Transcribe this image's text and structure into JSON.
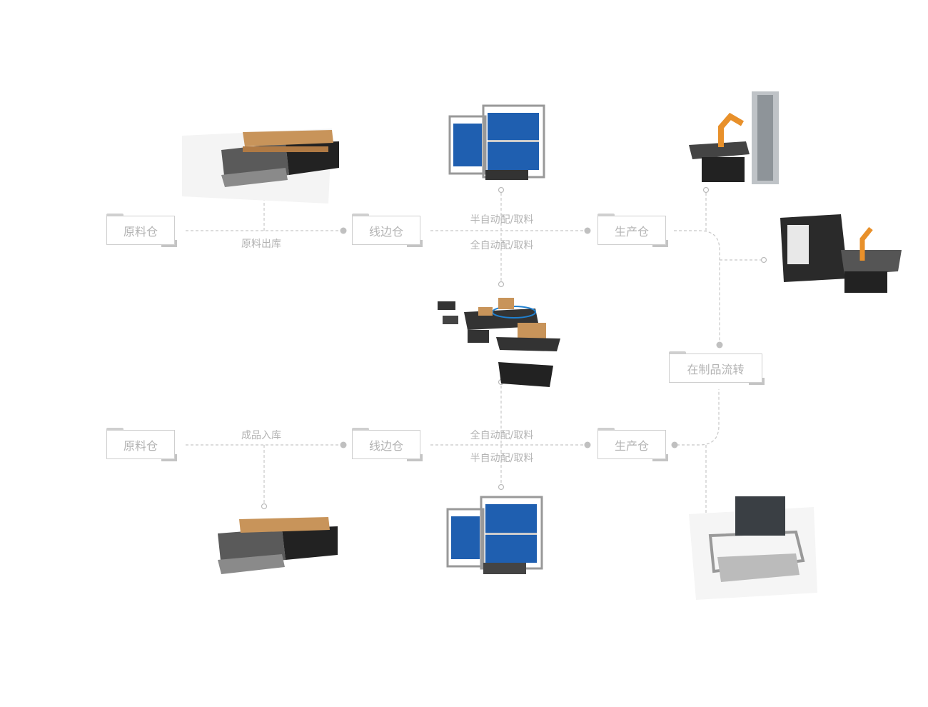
{
  "nodes": {
    "raw_top": "原料仓",
    "line_top": "线边仓",
    "prod_top": "生产仓",
    "wip": "在制品流转",
    "raw_bottom": "原料仓",
    "line_bottom": "线边仓",
    "prod_bottom": "生产仓"
  },
  "edges": {
    "raw_out": "原料出库",
    "semi_top_1": "半自动配/取料",
    "full_top_1": "全自动配/取料",
    "finished_in": "成品入库",
    "full_bottom": "全自动配/取料",
    "semi_bottom": "半自动配/取料"
  },
  "colors": {
    "line": "#c8c8c8",
    "text": "#b3b3b3",
    "rack_blue": "#1f5fb0",
    "robot_orange": "#e8902a"
  }
}
